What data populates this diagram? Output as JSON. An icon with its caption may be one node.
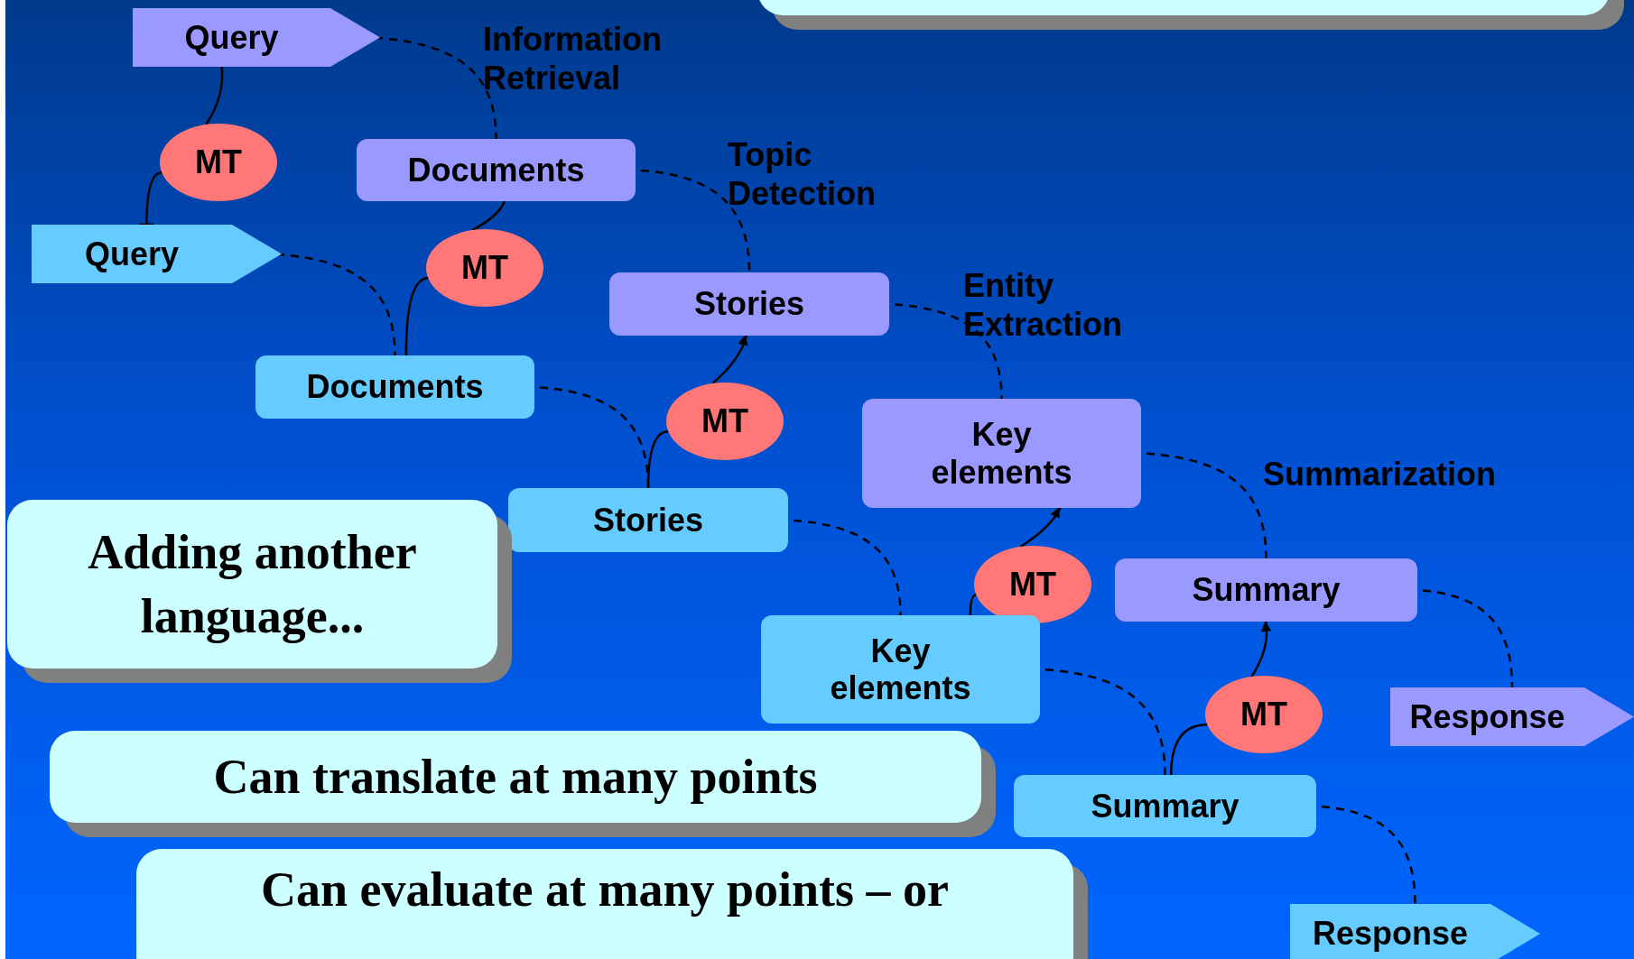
{
  "diagram": {
    "nodes": [
      {
        "text": [
          "Query"
        ]
      },
      {
        "text": [
          "MT"
        ]
      },
      {
        "text": [
          "Query"
        ]
      },
      {
        "text": [
          "Documents"
        ]
      },
      {
        "text": [
          "MT"
        ]
      },
      {
        "text": [
          "Documents"
        ]
      },
      {
        "text": [
          "Stories"
        ]
      },
      {
        "text": [
          "MT"
        ]
      },
      {
        "text": [
          "Stories"
        ]
      },
      {
        "text": [
          "Key elements"
        ]
      },
      {
        "text": [
          "MT"
        ]
      },
      {
        "text": [
          "Key elements"
        ]
      },
      {
        "text": [
          "Summary"
        ]
      },
      {
        "text": [
          "MT"
        ]
      },
      {
        "text": [
          "Response"
        ]
      },
      {
        "text": [
          "Summary"
        ]
      },
      {
        "text": [
          "Response"
        ]
      },
      {
        "text": [
          "Adding another language..."
        ]
      },
      {
        "text": [
          "Can translate at many points"
        ]
      },
      {
        "text": [
          "Can evaluate at many points – or"
        ]
      },
      {
        "text": [],
        "shape": "box"
      }
    ],
    "edges": [
      {
        "from": 0,
        "to": 1,
        "arrow": "none"
      },
      {
        "from": 1,
        "to": 2,
        "arrow": "other"
      },
      {
        "from": 0,
        "to": 3,
        "arrow": "none",
        "style": "dashed"
      },
      {
        "from": 3,
        "to": 4,
        "arrow": "none"
      },
      {
        "from": 4,
        "to": 5,
        "arrow": "none"
      },
      {
        "from": 2,
        "to": 5,
        "arrow": "none",
        "style": "dashed"
      },
      {
        "from": 3,
        "to": 6,
        "arrow": "none",
        "style": "dashed"
      },
      {
        "from": 8,
        "to": 7,
        "arrow": "none"
      },
      {
        "from": 7,
        "to": 6,
        "arrow": "to"
      },
      {
        "from": 5,
        "to": 8,
        "arrow": "none",
        "style": "dashed"
      },
      {
        "from": 6,
        "to": 9,
        "arrow": "none",
        "style": "dashed"
      },
      {
        "from": 11,
        "to": 10,
        "arrow": "none"
      },
      {
        "from": 10,
        "to": 9,
        "arrow": "to"
      },
      {
        "from": 8,
        "to": 11,
        "arrow": "none",
        "style": "dashed"
      },
      {
        "from": 9,
        "to": 12,
        "arrow": "none",
        "style": "dashed"
      },
      {
        "from": 15,
        "to": 13,
        "arrow": "none"
      },
      {
        "from": 13,
        "to": 12,
        "arrow": "to"
      },
      {
        "from": 11,
        "to": 15,
        "arrow": "none",
        "style": "dashed"
      },
      {
        "from": 12,
        "to": 14,
        "arrow": "none",
        "style": "dashed"
      },
      {
        "from": 15,
        "to": 16,
        "arrow": "none",
        "style": "dashed"
      }
    ],
    "labels": [
      "Information Retrieval",
      "Topic Detection",
      "Entity Extraction",
      "Summarization"
    ]
  }
}
